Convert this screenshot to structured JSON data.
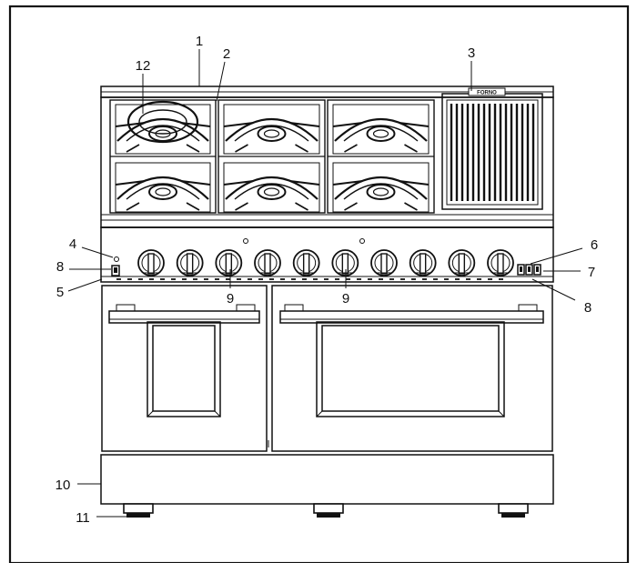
{
  "figure": {
    "brand_plate": "FORNO",
    "callouts": [
      {
        "id": "c1",
        "text": "1"
      },
      {
        "id": "c2",
        "text": "2"
      },
      {
        "id": "c3",
        "text": "3"
      },
      {
        "id": "c12",
        "text": "12"
      },
      {
        "id": "c4",
        "text": "4"
      },
      {
        "id": "c8a",
        "text": "8"
      },
      {
        "id": "c5",
        "text": "5"
      },
      {
        "id": "c9a",
        "text": "9"
      },
      {
        "id": "c9b",
        "text": "9"
      },
      {
        "id": "c6",
        "text": "6"
      },
      {
        "id": "c7",
        "text": "7"
      },
      {
        "id": "c8b",
        "text": "8"
      },
      {
        "id": "c10",
        "text": "10"
      },
      {
        "id": "c11",
        "text": "11"
      }
    ],
    "knob_count": 10,
    "burner_count": 6,
    "leg_count": 3
  }
}
